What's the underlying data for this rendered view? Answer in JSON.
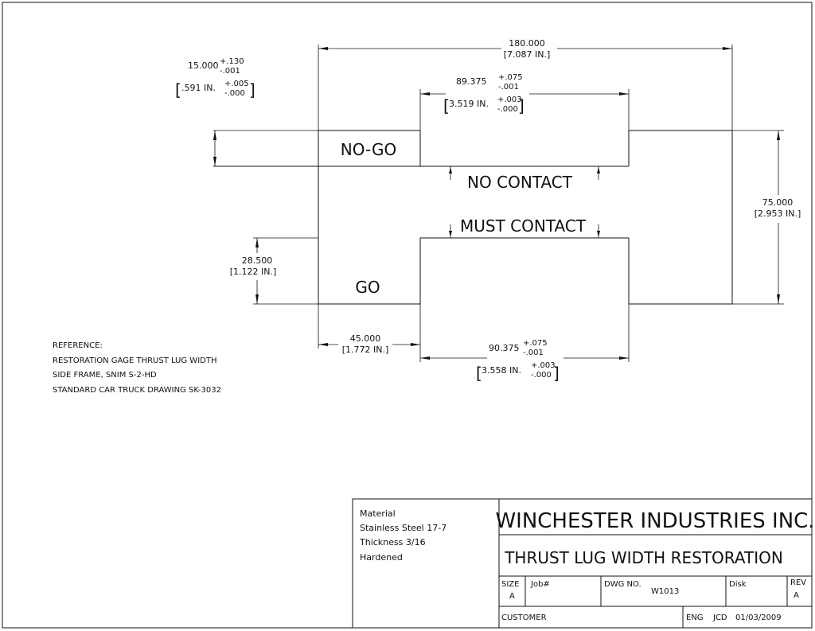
{
  "dimensions": {
    "overall_width": {
      "value": "180.000",
      "inch": "[7.087 IN.]"
    },
    "top_lug": {
      "value": "89.375",
      "tol_plus": "+.075",
      "tol_minus": "-.001",
      "bracket_left": "[",
      "inch": "3.519  IN.",
      "inch_plus": "+.003",
      "inch_minus": "-.000",
      "bracket_right": "]"
    },
    "nogo_height": {
      "value": "15.000",
      "tol_plus": "+.130",
      "tol_minus": "-.001",
      "bracket_left": "[",
      "inch": ".591  IN.",
      "inch_plus": "+.005",
      "inch_minus": "-.000",
      "bracket_right": "]"
    },
    "overall_height": {
      "value": "75.000",
      "inch": "[2.953 IN.]"
    },
    "go_height": {
      "value": "28.500",
      "inch": "[1.122 IN.]"
    },
    "go_width": {
      "value": "45.000",
      "inch": "[1.772 IN.]"
    },
    "bottom_lug": {
      "value": "90.375",
      "tol_plus": "+.075",
      "tol_minus": "-.001",
      "bracket_left": "[",
      "inch": "3.558  IN.",
      "inch_plus": "+.003",
      "inch_minus": "-.000",
      "bracket_right": "]"
    }
  },
  "labels": {
    "no_go": "NO-GO",
    "go": "GO",
    "no_contact": "NO CONTACT",
    "must_contact": "MUST CONTACT"
  },
  "reference": [
    "REFERENCE:",
    "RESTORATION GAGE THRUST LUG WIDTH",
    "SIDE FRAME, SNIM  S-2-HD",
    "STANDARD CAR TRUCK DRAWING SK-3032"
  ],
  "title_block": {
    "material": [
      "Material",
      "Stainless Steel 17-7",
      "Thickness 3/16",
      "Hardened"
    ],
    "company": "WINCHESTER INDUSTRIES INC.",
    "title": "THRUST LUG WIDTH RESTORATION",
    "size_label": "SIZE",
    "size_value": "A",
    "job_label": "Job#",
    "dwg_label": "DWG NO.",
    "dwg_value": "W1013",
    "disk_label": "Disk",
    "rev_label": "REV",
    "rev_value": "A",
    "customer_label": "CUSTOMER",
    "eng_label": "ENG",
    "eng_initials": "JCD",
    "eng_date": "01/03/2009"
  }
}
